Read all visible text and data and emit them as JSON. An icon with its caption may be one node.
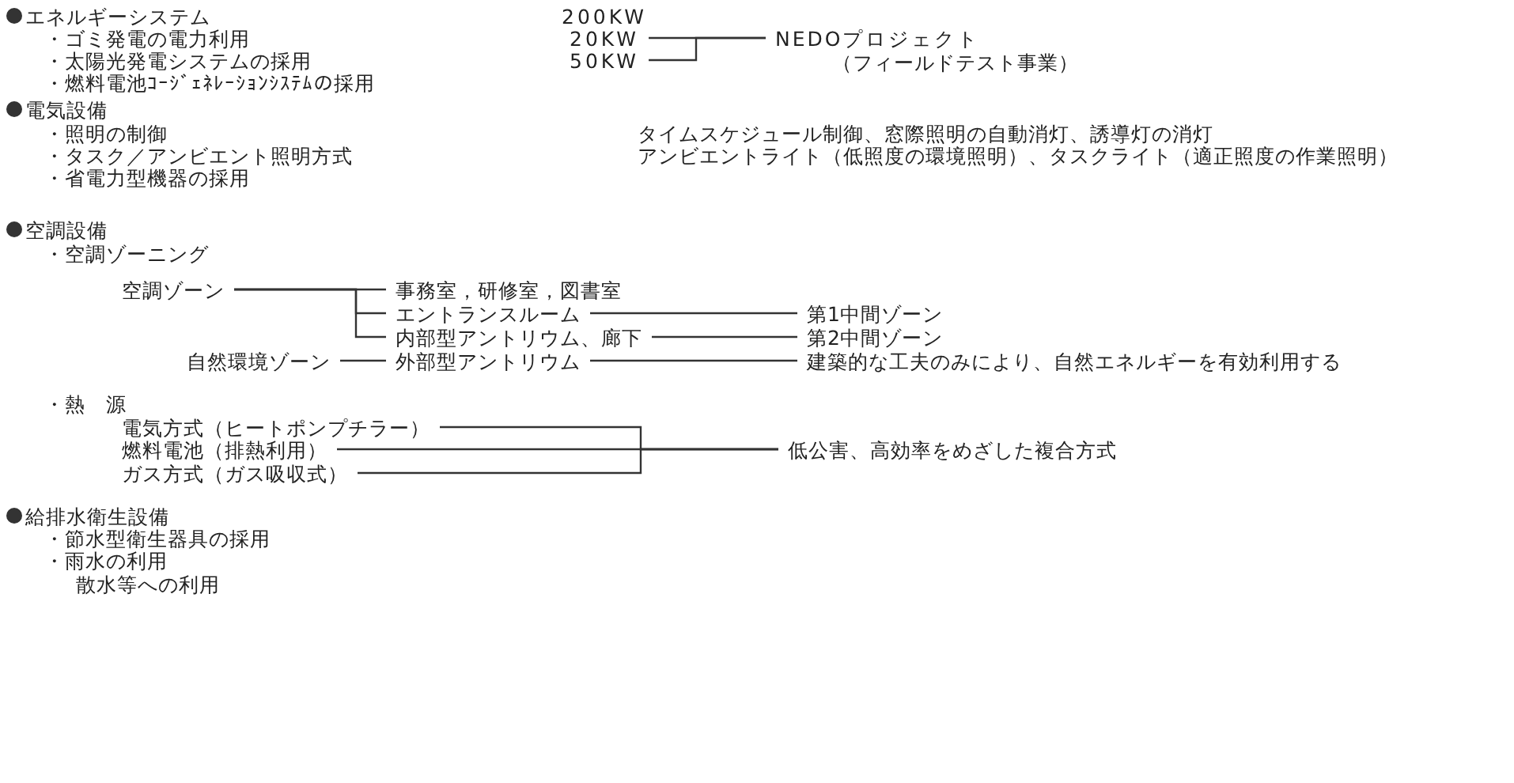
{
  "diagram": {
    "nodes": [
      {
        "text": [
          "20KW"
        ]
      },
      {
        "text": [
          "50KW"
        ]
      },
      {
        "text": [
          "NEDOプロジェクト",
          "（フィールドテスト事業）"
        ]
      },
      {
        "text": [
          "空調ゾーン"
        ]
      },
      {
        "text": [
          "事務室，研修室，図書室"
        ]
      },
      {
        "text": [
          "エントランスルーム"
        ]
      },
      {
        "text": [
          "内部型アントリウム、廊下"
        ]
      },
      {
        "text": [
          "自然環境ゾーン"
        ]
      },
      {
        "text": [
          "外部型アントリウム"
        ]
      },
      {
        "text": [
          "第1中間ゾーン"
        ]
      },
      {
        "text": [
          "第2中間ゾーン"
        ]
      },
      {
        "text": [
          "建築的な工夫のみにより、自然エネルギーを有効利用する"
        ]
      },
      {
        "text": [
          "電気方式（ヒートポンプチラー）"
        ]
      },
      {
        "text": [
          "燃料電池（排熱利用）"
        ]
      },
      {
        "text": [
          "ガス方式（ガス吸収式）"
        ]
      },
      {
        "text": [
          "低公害、高効率をめざした複合方式"
        ]
      }
    ],
    "edges": [
      {
        "from": 0,
        "to": 2,
        "arrow": "none"
      },
      {
        "from": 1,
        "to": 2,
        "arrow": "none"
      },
      {
        "from": 3,
        "to": 4,
        "arrow": "none"
      },
      {
        "from": 3,
        "to": 5,
        "arrow": "none"
      },
      {
        "from": 3,
        "to": 6,
        "arrow": "none"
      },
      {
        "from": 7,
        "to": 8,
        "arrow": "none"
      },
      {
        "from": 5,
        "to": 9,
        "arrow": "none"
      },
      {
        "from": 6,
        "to": 10,
        "arrow": "none"
      },
      {
        "from": 8,
        "to": 11,
        "arrow": "none"
      },
      {
        "from": 12,
        "to": 15,
        "arrow": "none"
      },
      {
        "from": 13,
        "to": 15,
        "arrow": "none"
      },
      {
        "from": 14,
        "to": 15,
        "arrow": "none"
      }
    ],
    "labels": [
      "エネルギーシステム",
      "200KW",
      "・ゴミ発電の電力利用",
      "・太陽光発電システムの採用",
      "・燃料電池ｺｰｼﾞｪﾈﾚｰｼｮﾝｼｽﾃﾑの採用",
      "電気設備",
      "・照明の制御",
      "タイムスケジュール制御、窓際照明の自動消灯、誘導灯の消灯",
      "・タスク／アンビエント照明方式",
      "アンビエントライト（低照度の環境照明）、タスクライト（適正照度の作業照明）",
      "・省電力型機器の採用",
      "空調設備",
      "・空調ゾーニング",
      "・熱　源",
      "給排水衛生設備",
      "・節水型衛生器具の採用",
      "・雨水の利用",
      "散水等への利用"
    ]
  }
}
